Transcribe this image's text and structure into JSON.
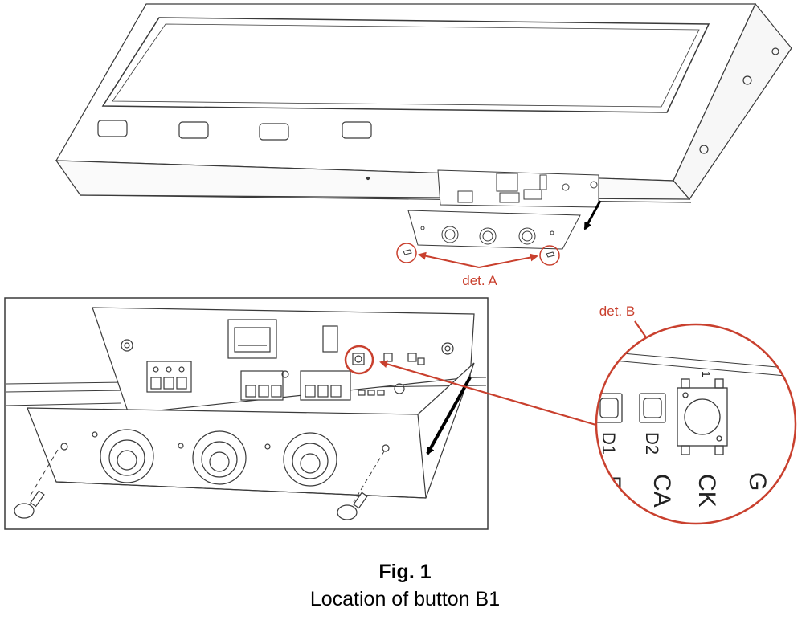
{
  "figure": {
    "title": "Fig. 1",
    "subtitle": "Location of button B1"
  },
  "callouts": {
    "det_a": "det. A",
    "det_b": "det. B"
  },
  "pcb_labels": {
    "d1": "D1",
    "d2": "D2",
    "pin_1": "1",
    "ca": "CA",
    "ck": "CK",
    "partial_left": "F",
    "partial_right": "G"
  },
  "colors": {
    "callout": "#c9402e",
    "line": "#3a3a3a",
    "arrow": "#000000"
  },
  "icons": [
    "arrow-down-icon",
    "screw-icon",
    "cable-gland-icon",
    "push-button-icon",
    "led-icon",
    "terminal-block-icon",
    "rj45-connector-icon"
  ]
}
